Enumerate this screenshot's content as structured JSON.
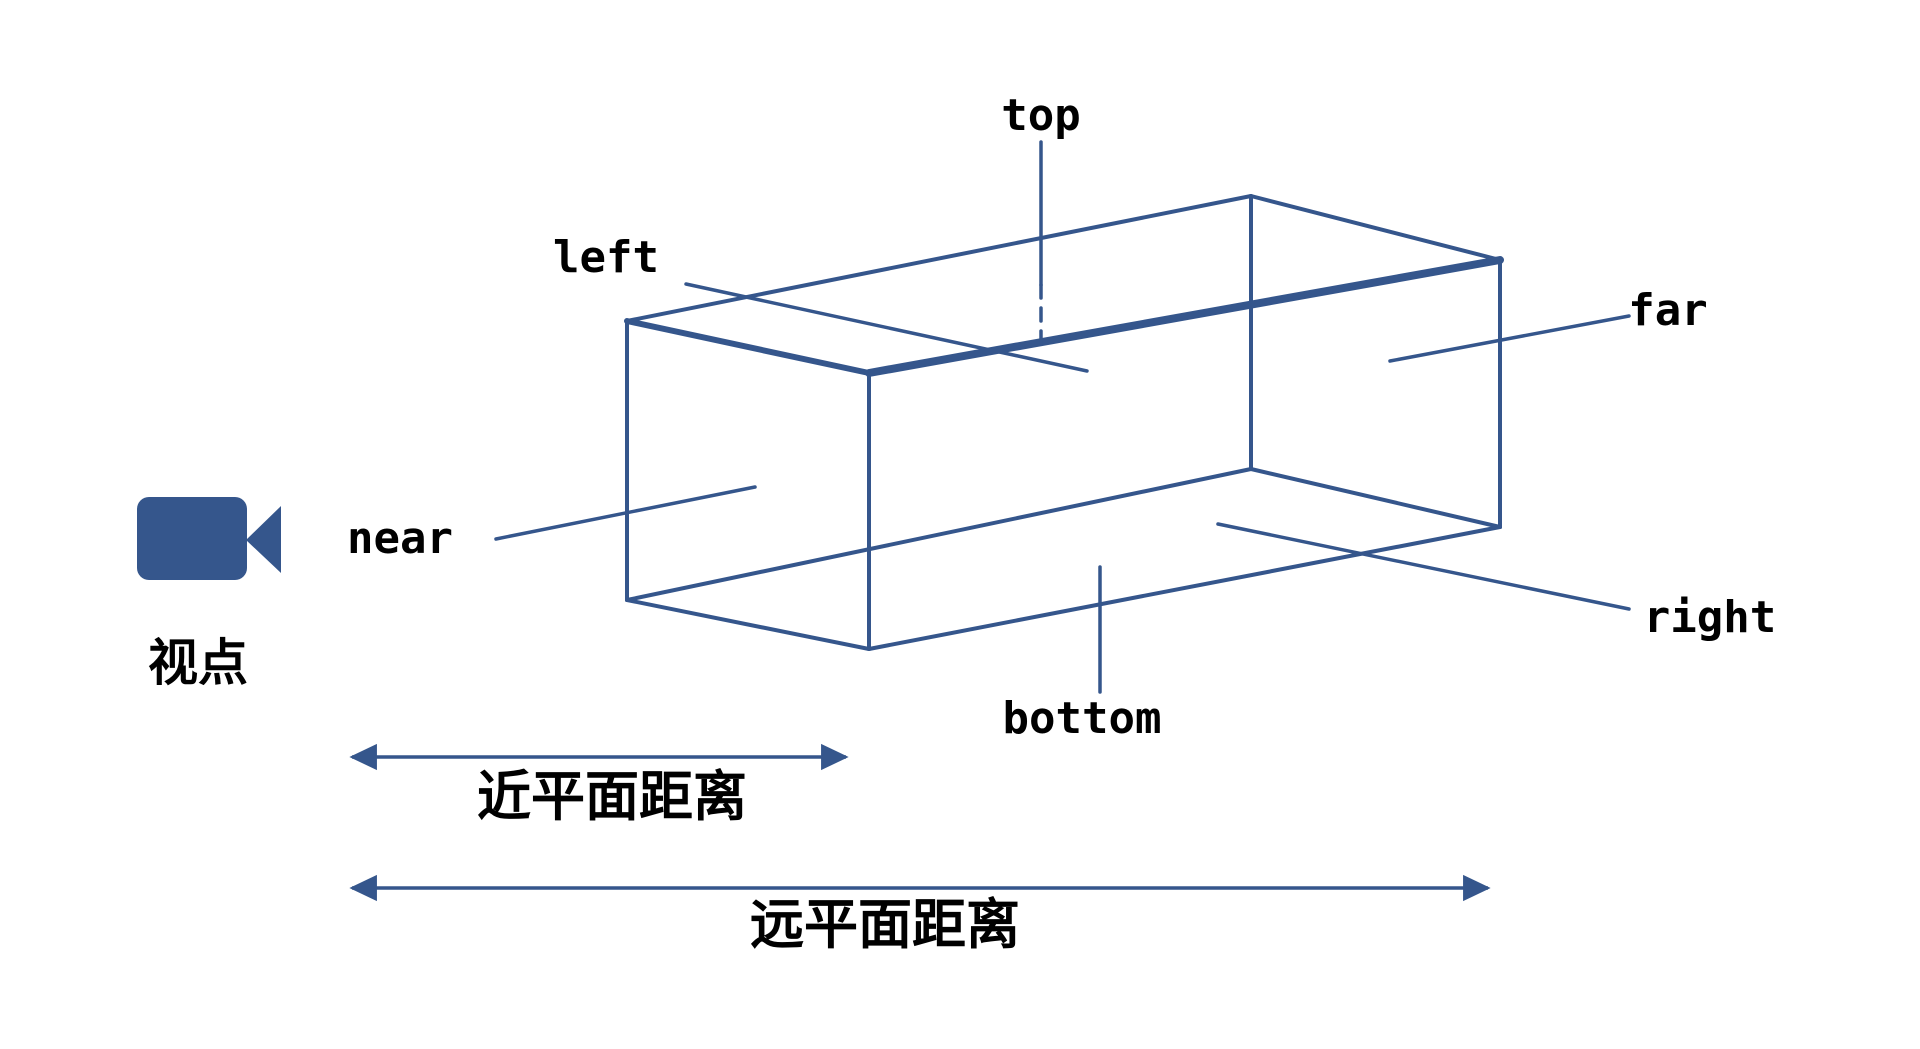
{
  "diagram": {
    "title_hint": "viewing-frustum-box-diagram",
    "colors": {
      "line": "#35568C",
      "text": "#000000",
      "background": "#FFFFFF"
    },
    "labels": {
      "top": "top",
      "left": "left",
      "far": "far",
      "near": "near",
      "right": "right",
      "bottom": "bottom",
      "viewpoint": "视点",
      "near_plane_distance": "近平面距离",
      "far_plane_distance": "远平面距离"
    }
  }
}
